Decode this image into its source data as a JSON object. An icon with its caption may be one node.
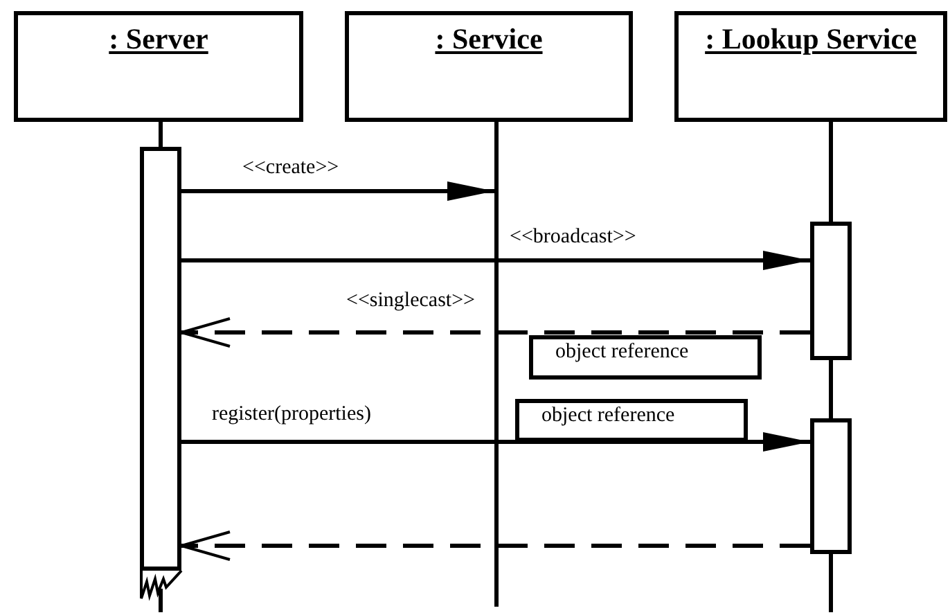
{
  "diagram": {
    "nodes": [
      {
        "text": [
          ": Server"
        ]
      },
      {
        "text": [
          ": Service"
        ]
      },
      {
        "text": [
          ": Lookup Service"
        ]
      },
      {
        "text": [],
        "shape": "bar"
      },
      {
        "text": [],
        "shape": "bar"
      },
      {
        "text": [],
        "shape": "bar"
      },
      {
        "text": [
          "object reference"
        ]
      },
      {
        "text": [
          "object reference"
        ]
      },
      {
        "text": [],
        "shape": "line"
      }
    ],
    "edges": [
      {
        "from": 0,
        "to": 3,
        "arrow": "none"
      },
      {
        "from": 2,
        "to": 4,
        "arrow": "none"
      },
      {
        "from": 4,
        "to": 5,
        "arrow": "none"
      },
      {
        "from": 3,
        "to": 8,
        "arrow": "to",
        "label": "<<create>>"
      },
      {
        "from": 3,
        "to": 4,
        "arrow": "to",
        "label": "<<broadcast>>"
      },
      {
        "from": 4,
        "to": 3,
        "arrow": "to",
        "label": "<<singlecast>>",
        "style": "dashed"
      },
      {
        "from": 3,
        "to": 5,
        "arrow": "to",
        "label": "register(properties)"
      },
      {
        "from": 5,
        "to": 3,
        "arrow": "to",
        "style": "dashed"
      }
    ]
  }
}
